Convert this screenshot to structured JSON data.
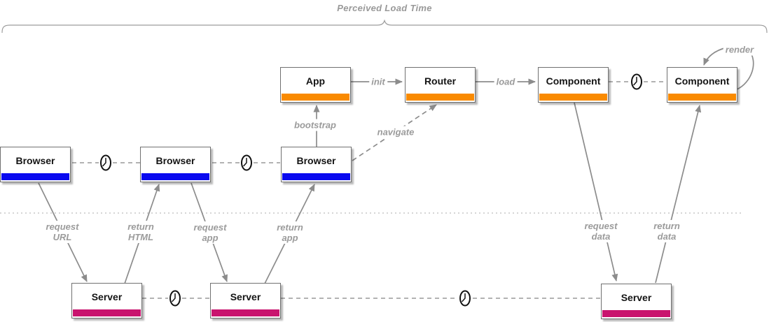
{
  "title": "Perceived Load Time",
  "nodes": {
    "browser1": {
      "label": "Browser"
    },
    "browser2": {
      "label": "Browser"
    },
    "browser3": {
      "label": "Browser"
    },
    "app": {
      "label": "App"
    },
    "router": {
      "label": "Router"
    },
    "component1": {
      "label": "Component"
    },
    "component2": {
      "label": "Component"
    },
    "server1": {
      "label": "Server"
    },
    "server2": {
      "label": "Server"
    },
    "server3": {
      "label": "Server"
    }
  },
  "edge_labels": {
    "init": "init",
    "load": "load",
    "bootstrap": "bootstrap",
    "navigate": "navigate",
    "render": "render",
    "request_url": {
      "line1": "request",
      "line2": "URL"
    },
    "return_html": {
      "line1": "return",
      "line2": "HTML"
    },
    "request_app": {
      "line1": "request",
      "line2": "app"
    },
    "return_app": {
      "line1": "return",
      "line2": "app"
    },
    "request_data": {
      "line1": "request",
      "line2": "data"
    },
    "return_data": {
      "line1": "return",
      "line2": "data"
    }
  },
  "icons": {
    "clock": "analog-clock (waiting / latency)"
  },
  "colors": {
    "module_bar": "#F98A00",
    "browser_bar": "#0A0AEF",
    "server_bar": "#C9146E",
    "connector": "#8C8C8C",
    "label_text": "#9B9B9B",
    "brace": "#9C9C9C",
    "node_border": "#707070"
  }
}
